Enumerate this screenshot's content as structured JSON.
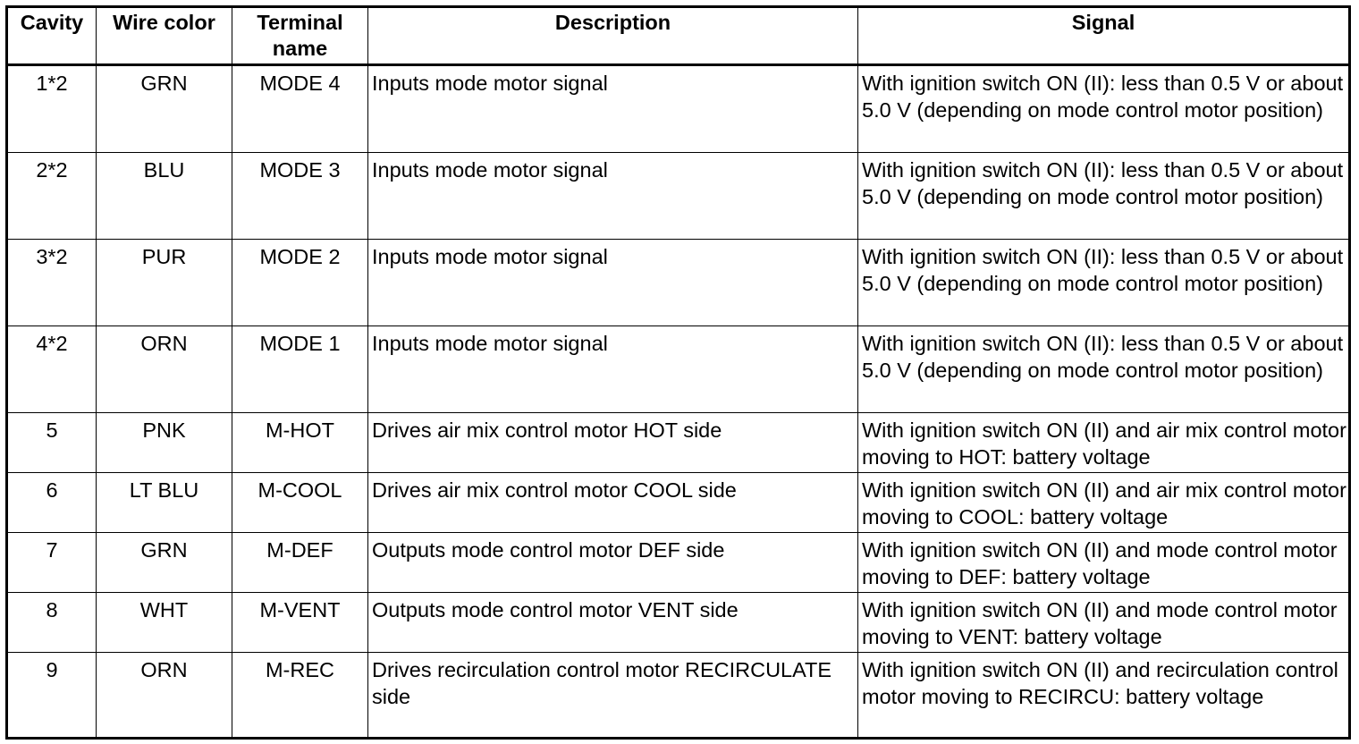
{
  "table": {
    "headers": [
      "Cavity",
      "Wire color",
      "Terminal name",
      "Description",
      "Signal"
    ],
    "rows": [
      {
        "cavity": "1*2",
        "wire_color": "GRN",
        "terminal": "MODE 4",
        "description": "Inputs mode motor signal",
        "signal": "With ignition switch ON (II): less than 0.5 V   or about 5.0 V (depending on mode control motor position)"
      },
      {
        "cavity": "2*2",
        "wire_color": "BLU",
        "terminal": "MODE 3",
        "description": "Inputs mode motor signal",
        "signal": "With ignition switch ON (II): less than 0.5 V   or about 5.0 V (depending on mode control motor position)"
      },
      {
        "cavity": "3*2",
        "wire_color": "PUR",
        "terminal": "MODE 2",
        "description": "Inputs mode motor signal",
        "signal": "With ignition switch ON (II): less than 0.5 V   or about 5.0 V (depending on mode control motor position)"
      },
      {
        "cavity": "4*2",
        "wire_color": "ORN",
        "terminal": "MODE 1",
        "description": "Inputs mode motor signal",
        "signal": "With ignition switch ON (II): less than 0.5 V   or about 5.0 V (depending on mode control motor position)"
      },
      {
        "cavity": "5",
        "wire_color": "PNK",
        "terminal": "M-HOT",
        "description": "Drives air mix control motor HOT side",
        "signal": "With ignition switch ON (II) and air mix control motor moving to HOT: battery voltage"
      },
      {
        "cavity": "6",
        "wire_color": "LT BLU",
        "terminal": "M-COOL",
        "description": "Drives air mix control motor COOL side",
        "signal": "With ignition switch ON (II) and air mix control motor moving to COOL: battery voltage"
      },
      {
        "cavity": "7",
        "wire_color": "GRN",
        "terminal": "M-DEF",
        "description": "Outputs mode control motor DEF side",
        "signal": "With ignition switch ON (II) and mode control motor moving to DEF: battery voltage"
      },
      {
        "cavity": "8",
        "wire_color": "WHT",
        "terminal": "M-VENT",
        "description": "Outputs mode control motor VENT side",
        "signal": "With ignition switch ON (II) and mode control motor moving to VENT: battery voltage"
      },
      {
        "cavity": "9",
        "wire_color": "ORN",
        "terminal": "M-REC",
        "description": "Drives recirculation control motor RECIRCULATE side",
        "signal": "With ignition switch ON (II) and recirculation control motor moving to RECIRCU: battery voltage"
      }
    ]
  }
}
